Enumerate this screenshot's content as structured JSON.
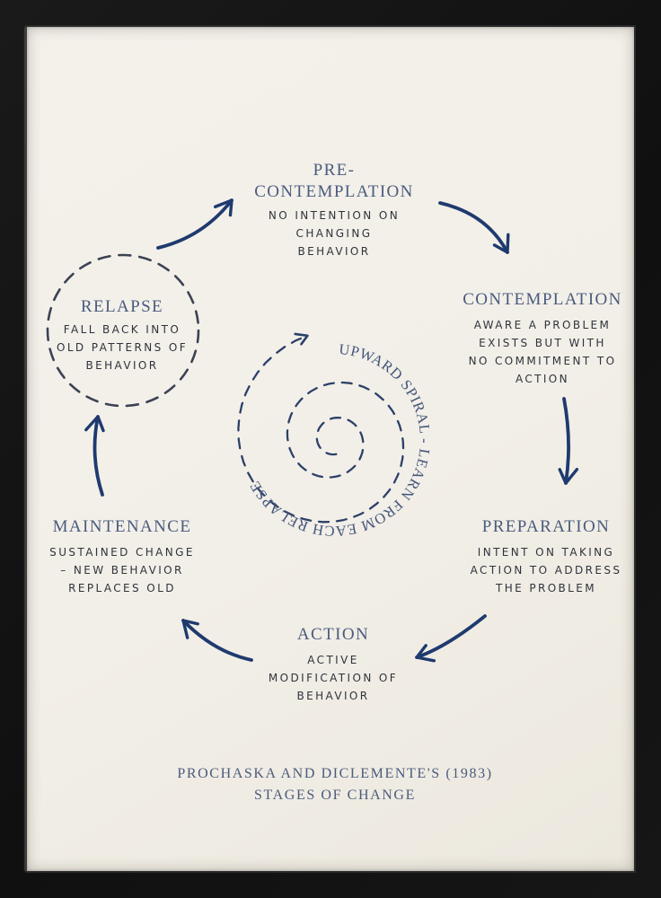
{
  "artwork": {
    "frame_color": "#141414",
    "paper_color": "#f2efe8",
    "ink_navy": "#1f3a6e",
    "heading_color": "#4a5b7d",
    "handwriting_color": "#2f333c"
  },
  "poster": {
    "stages": {
      "precontemplation": {
        "heading_line1": "PRE-",
        "heading_line2": "CONTEMPLATION",
        "desc": [
          "NO INTENTION ON",
          "CHANGING",
          "BEHAVIOR"
        ]
      },
      "contemplation": {
        "heading": "CONTEMPLATION",
        "desc": [
          "AWARE A PROBLEM",
          "EXISTS BUT WITH",
          "NO COMMITMENT TO",
          "ACTION"
        ]
      },
      "preparation": {
        "heading": "PREPARATION",
        "desc": [
          "INTENT ON TAKING",
          "ACTION TO ADDRESS",
          "THE PROBLEM"
        ]
      },
      "action": {
        "heading": "ACTION",
        "desc": [
          "ACTIVE",
          "MODIFICATION OF",
          "BEHAVIOR"
        ]
      },
      "maintenance": {
        "heading": "MAINTENANCE",
        "desc": [
          "SUSTAINED CHANGE",
          "– NEW BEHAVIOR",
          "REPLACES OLD"
        ]
      },
      "relapse": {
        "heading": "RELAPSE",
        "desc": [
          "FALL BACK INTO",
          "OLD PATTERNS OF",
          "BEHAVIOR"
        ]
      }
    },
    "spiral_label": "UPWARD SPIRAL - LEARN FROM EACH RELAPSE",
    "caption_line1": "PROCHASKA AND DICLEMENTE'S (1983)",
    "caption_line2": "STAGES OF CHANGE"
  }
}
